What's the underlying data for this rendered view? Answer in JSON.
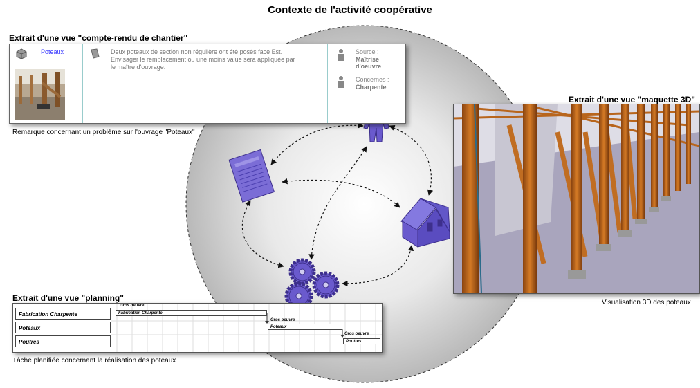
{
  "title": "Contexte de l'activité coopérative",
  "compte_rendu": {
    "section_title": "Extrait d'une vue \"compte-rendu de chantier\"",
    "link_label": "Poteaux",
    "text_line1": "Deux poteaux de section non régulière ont été posés face Est.",
    "text_line2": "Envisager le remplacement ou une moins value sera appliquée par",
    "text_line3": "le maître d'ouvrage.",
    "source_label": "Source :",
    "source_value_line1": "Maîtrise",
    "source_value_line2": "d'oeuvre",
    "concernes_label": "Concernes :",
    "concernes_value": "Charpente",
    "caption": "Remarque concernant un problème sur l'ouvrage \"Poteaux\""
  },
  "maquette": {
    "section_title": "Extrait d'une vue \"maquette 3D\"",
    "caption": "Visualisation 3D des poteaux"
  },
  "planning": {
    "section_title": "Extrait d'une vue \"planning\"",
    "rows": [
      "Fabrication Charpente",
      "Poteaux",
      "Poutres"
    ],
    "bars": [
      "Fabrication Charpente",
      "Poteaux",
      "Poutres"
    ],
    "group_labels": [
      "Gros oeuvre",
      "Gros oeuvre",
      "Gros oeuvre"
    ],
    "caption": "Tâche planifiée concernant la réalisation des poteaux"
  },
  "icons": {
    "person": "person-icon",
    "document": "document-icon",
    "house": "house-icon",
    "gears": "gears-icon"
  },
  "colors": {
    "icon_purple": "#6a5acd",
    "beam_orange": "#b8651c",
    "floor_lavender": "#a9a5bd"
  }
}
